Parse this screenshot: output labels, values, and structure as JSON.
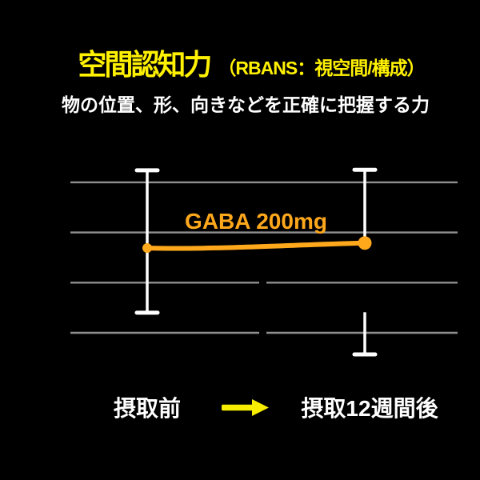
{
  "colors": {
    "background": "#000000",
    "title_yellow": "#FFF100",
    "text_white": "#FFFFFF",
    "series_orange": "#FFA81C",
    "gridline_gray": "#8F8F8F",
    "error_bar_white": "#FFFFFF",
    "arrow_yellow": "#F7EE00"
  },
  "header": {
    "title": "空間認知力",
    "title_suffix": "（RBANS：視空間/構成）",
    "subtitle": "物の位置、形、向きなどを正確に把握する力"
  },
  "chart_data": {
    "type": "line",
    "title": "空間認知力（RBANS：視空間/構成）",
    "subtitle": "物の位置、形、向きなどを正確に把握する力",
    "categories": [
      "摂取前",
      "摂取12週間後"
    ],
    "series": [
      {
        "name": "GABA 200mg",
        "label": "GABA 200mg",
        "color": "#FFA81C",
        "values_gridline_units": [
          1.69,
          1.79
        ]
      }
    ],
    "error_bars_gridline_units": [
      {
        "category": "摂取前",
        "low": 0.4,
        "high": 3.24,
        "segments": [
          [
            0.4,
            3.24
          ]
        ]
      },
      {
        "category": "摂取12週間後",
        "low": -0.43,
        "high": 3.25,
        "segments": [
          [
            1.79,
            3.25
          ],
          [
            -0.43,
            0.41
          ]
        ]
      }
    ],
    "gridline_units": [
      0,
      1,
      2,
      3
    ],
    "y_axis_tick_labels_visible": false,
    "legend_position": "inline-above-line",
    "grid": true
  }
}
